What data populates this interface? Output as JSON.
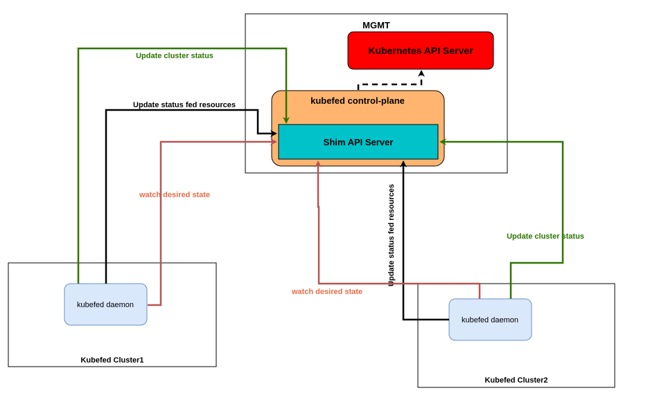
{
  "mgmt": {
    "title": "MGMT"
  },
  "k8s_api": {
    "label": "Kubernetes API Server",
    "fill": "#ff0000",
    "text_color": "#000000"
  },
  "control_plane": {
    "label": "kubefed control-plane",
    "fill": "#ffb570"
  },
  "shim_api": {
    "label": "Shim API Server",
    "fill": "#00c2c8"
  },
  "cluster1": {
    "title": "Kubefed Cluster1",
    "daemon_label": "kubefed daemon"
  },
  "cluster2": {
    "title": "Kubefed Cluster2",
    "daemon_label": "kubefed daemon"
  },
  "daemon_fill": "#dae8fc",
  "edges": {
    "c1_update_cluster_status": {
      "label": "Update cluster status",
      "color": "#2d7600"
    },
    "c1_update_status_fed": {
      "label": "Update status fed resources",
      "color": "#000000"
    },
    "c1_watch_desired": {
      "label": "watch desired state",
      "color": "#b85450",
      "label_color": "#ea6b46"
    },
    "c2_update_cluster_status": {
      "label": "Update cluster status",
      "color": "#2d7600"
    },
    "c2_update_status_fed": {
      "label": "Update status fed resources",
      "color": "#000000"
    },
    "c2_watch_desired": {
      "label": "watch desired state",
      "color": "#b85450",
      "label_color": "#ea6b46"
    },
    "cp_to_k8s": {
      "color": "#000000"
    }
  }
}
